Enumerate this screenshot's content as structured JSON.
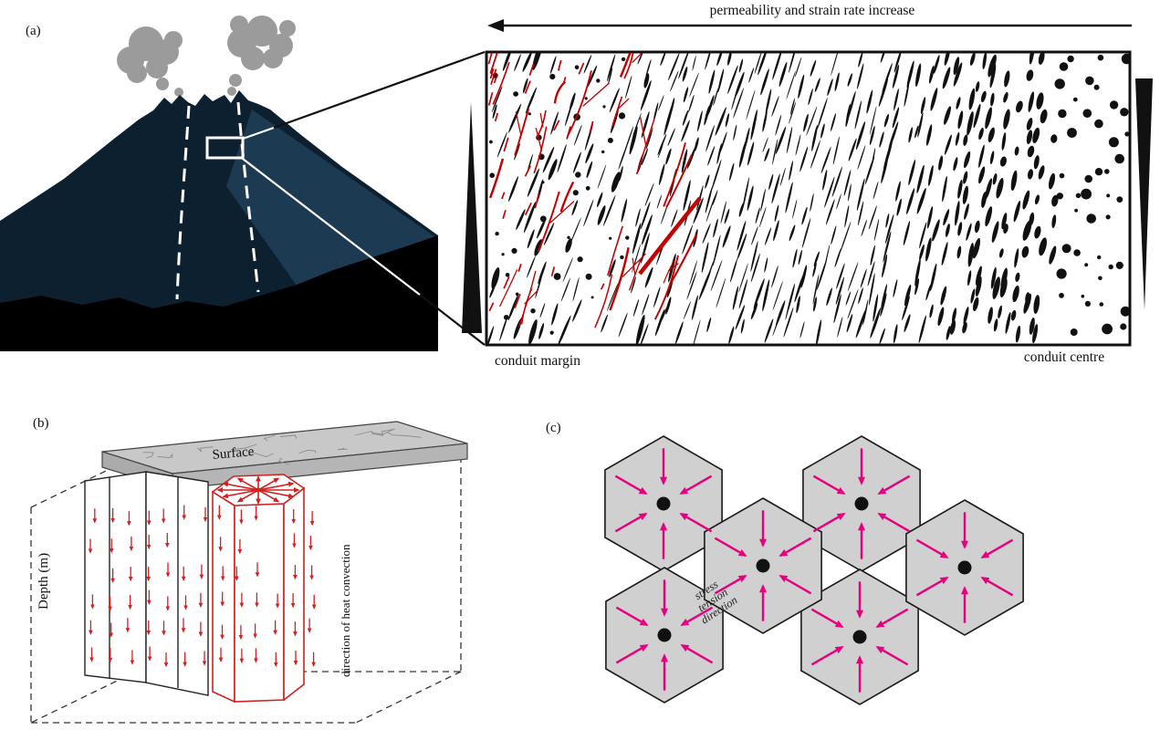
{
  "figure": {
    "panel_a": {
      "label": "(a)",
      "arrow_label": "permeability and strain rate increase",
      "margin_label": "conduit margin",
      "centre_label": "conduit centre"
    },
    "panel_b": {
      "label": "(b)",
      "surface_label": "Surface",
      "depth_label": "Depth (m)",
      "convection_label": "direction of heat convection"
    },
    "panel_c": {
      "label": "(c)",
      "stress_label_lines": [
        "stress",
        "tension",
        "direction"
      ]
    }
  },
  "colors": {
    "volcano_dark": "#0d2030",
    "volcano_flank": "#1c3a52",
    "foreground": "#000000",
    "smoke": "#9b9b9b",
    "fracture_red": "#c40000",
    "heat_red": "#d42020",
    "stress_magenta": "#e6007e",
    "hexagon_gray": "#d0d0d0",
    "ink": "#111111"
  }
}
